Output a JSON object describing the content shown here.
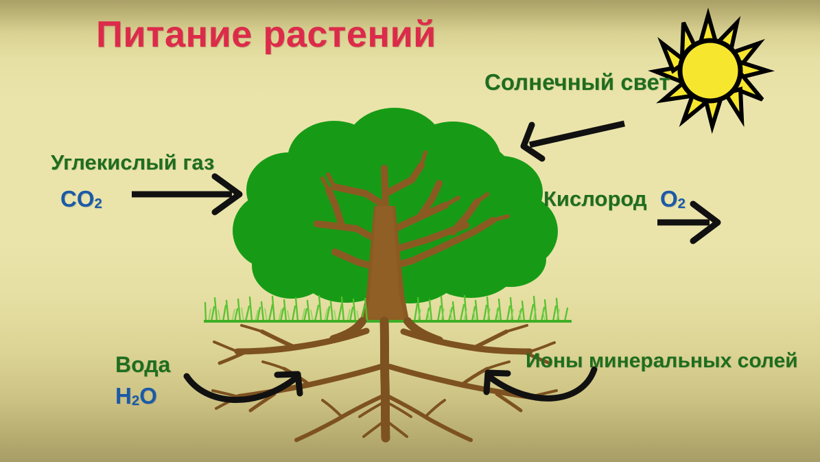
{
  "page": {
    "title": "Питание растений",
    "language": "ru",
    "background_top": "#a9a067",
    "background_mid": "#eae4ab",
    "background_bottom": "#a79d66"
  },
  "colors": {
    "title": "#dc2b4a",
    "label_green": "#1f6d1f",
    "formula_blue": "#1b5aa6",
    "arrow_black": "#111111",
    "canopy_green": "#179b16",
    "trunk_brown": "#8a5a22",
    "root_brown": "#7d5220",
    "grass_green": "#4fc02c",
    "sun_yellow": "#f7e62e",
    "sun_outline": "#000000"
  },
  "labels": {
    "sunlight": "Солнечный свет",
    "carbon_dioxide": "Углекислый газ",
    "carbon_dioxide_formula": "CO",
    "carbon_dioxide_formula_sub": "2",
    "oxygen": "Кислород",
    "oxygen_formula": "O",
    "oxygen_formula_sub": "2",
    "water": "Вода",
    "water_formula": "H",
    "water_formula_sub1": "2",
    "water_formula_sub2": "O",
    "mineral_ions": "Ионы минеральных солей"
  },
  "graphics": {
    "sun": "sun-icon",
    "tree": "tree-illustration",
    "grass": "grass-line",
    "roots": "root-system",
    "arrow_sunlight": "arrow-sunlight-to-tree",
    "arrow_co2": "arrow-co2-to-tree",
    "arrow_oxygen": "arrow-oxygen-out",
    "arrow_water": "arrow-water-to-roots",
    "arrow_ions": "arrow-ions-to-roots"
  }
}
